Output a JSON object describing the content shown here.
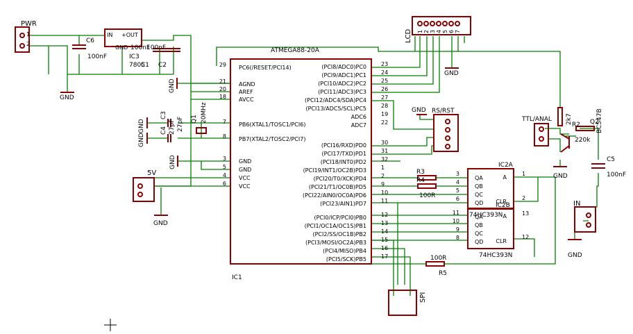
{
  "colors": {
    "component": "#8b0000",
    "wire": "#008000",
    "text": "#000000",
    "background": "#ffffff"
  },
  "labels": {
    "pwr": "PWR",
    "pwr_pin1": "1",
    "pwr_pin2": "2",
    "c6": "C6",
    "c6_val": "100nF",
    "ic3_in": "IN",
    "ic3_out": "+OUT",
    "ic3_gnd": "GND",
    "ic3_name": "IC3",
    "ic3_val": "7805",
    "c1_val": "100nF",
    "c2_val": "100nF",
    "c1": "C1",
    "c2": "C2",
    "gnd": "GND",
    "mcu_val": "ATMEGA88-20A",
    "mcu_name": "IC1",
    "lcd": "LCD",
    "lcd_pins": [
      "1",
      "2",
      "3",
      "4",
      "5",
      "6",
      "7"
    ],
    "rsrst": "RS/RST",
    "ttlanal": "TTL/ANAL",
    "r2": "R2",
    "r2_val": "220k",
    "q2": "Q2",
    "q2_val": "BC547B",
    "r_2k7": "2k7",
    "c5": "C5",
    "c5_val": "100nF",
    "in": "IN",
    "v5": "5V",
    "c3": "C3",
    "c4": "C4",
    "c3_val": "27pF",
    "c4_val": "27pF",
    "q1": "Q1",
    "q1_val": "20MHz",
    "r3": "R3",
    "r4": "R4",
    "r34_val": "100R",
    "r5": "R5",
    "r5_val": "100R",
    "ic2a": "IC2A",
    "ic2b": "IC2B",
    "ic2_val": "74HC393N",
    "spi": "SPI"
  },
  "mcu_left_pins": [
    {
      "num": "29",
      "name": "PC6(/RESET/PCI14)"
    },
    {
      "num": "21",
      "name": "AGND"
    },
    {
      "num": "20",
      "name": "AREF"
    },
    {
      "num": "18",
      "name": "AVCC"
    },
    {
      "num": "7",
      "name": "PB6(XTAL1/TOSC1/PCI6)"
    },
    {
      "num": "8",
      "name": "PB7(XTAL2/TOSC2/PCI7)"
    },
    {
      "num": "3",
      "name": "GND"
    },
    {
      "num": "5",
      "name": "GND"
    },
    {
      "num": "4",
      "name": "VCC"
    },
    {
      "num": "6",
      "name": "VCC"
    }
  ],
  "mcu_right_pins": [
    {
      "num": "23",
      "name": "(PCI8/ADC0)PC0"
    },
    {
      "num": "24",
      "name": "(PCI9/ADC1)PC1"
    },
    {
      "num": "25",
      "name": "(PCI10/ADC2)PC2"
    },
    {
      "num": "26",
      "name": "(PCI11/ADC3)PC3"
    },
    {
      "num": "27",
      "name": "(PCI12/ADC4/SDA)PC4"
    },
    {
      "num": "28",
      "name": "(PCI13/ADC5/SCL)PC5"
    },
    {
      "num": "19",
      "name": "ADC6"
    },
    {
      "num": "22",
      "name": "ADC7"
    },
    {
      "num": "30",
      "name": "(PCI16/RXD)PD0"
    },
    {
      "num": "31",
      "name": "(PCI17/TXD)PD1"
    },
    {
      "num": "32",
      "name": "(PCI18/INT0)PD2"
    },
    {
      "num": "1",
      "name": "(PCI19/INT1/OC2B)PD3"
    },
    {
      "num": "2",
      "name": "(PCI20/T0/XCK)PD4"
    },
    {
      "num": "9",
      "name": "(PCI21/T1/OC0B)PD5"
    },
    {
      "num": "10",
      "name": "(PCI22/AIN0/OC0A)PD6"
    },
    {
      "num": "11",
      "name": "(PCI23/AIN1)PD7"
    },
    {
      "num": "12",
      "name": "(PCI0/ICP/PCI0)PB0"
    },
    {
      "num": "13",
      "name": "(PCI1/OC1A/OC1S)PB1"
    },
    {
      "num": "14",
      "name": "(PCI2/SS/OC1B)PB2"
    },
    {
      "num": "15",
      "name": "(PCI3/MOSI/OC2A)PB3"
    },
    {
      "num": "16",
      "name": "(PCI4/MISO)PB4"
    },
    {
      "num": "17",
      "name": "(PCI5/SCK)PB5"
    }
  ],
  "ic2a_pins": [
    {
      "num": "3",
      "name": "QA"
    },
    {
      "num": "4",
      "name": "QB"
    },
    {
      "num": "5",
      "name": "QC"
    },
    {
      "num": "6",
      "name": "QD"
    },
    {
      "num": "1",
      "name": "A"
    },
    {
      "num": "2",
      "name": "CLR"
    }
  ],
  "ic2b_pins": [
    {
      "num": "11",
      "name": "QA"
    },
    {
      "num": "10",
      "name": "QB"
    },
    {
      "num": "9",
      "name": "QC"
    },
    {
      "num": "8",
      "name": "QD"
    },
    {
      "num": "13",
      "name": "A"
    },
    {
      "num": "12",
      "name": "CLR"
    }
  ]
}
